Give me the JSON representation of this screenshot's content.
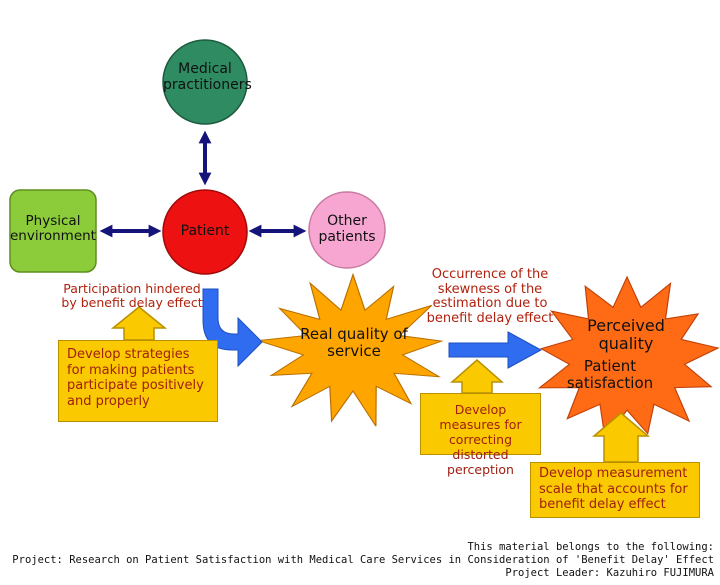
{
  "nodes": {
    "medical": "Medical practitioners",
    "patient": "Patient",
    "physical": "Physical environment",
    "others": "Other patients",
    "real_quality": "Real quality of service",
    "perceived": "Perceived quality",
    "satisfaction": "Patient satisfaction"
  },
  "annotations": {
    "participation": "Participation hindered by benefit delay effect",
    "skewness": "Occurrence of the skewness of the estimation due to benefit delay effect"
  },
  "boxes": {
    "strategies": "Develop strategies for making patients participate positively and properly",
    "measures": "Develop measures for correcting distorted perception",
    "scale": "Develop measurement scale that accounts for benefit delay effect"
  },
  "footer": {
    "line1": "This material belongs to the following:",
    "line2": "Project: Research on Patient Satisfaction with Medical Care Services in Consideration of 'Benefit Delay' Effect",
    "line3": "Project Leader: Kazuhiro FUJIMURA"
  },
  "colors": {
    "medical": "#2e8b62",
    "patient": "#ee1111",
    "physical": "#8ccc3a",
    "others": "#f7a6d2",
    "star_real": "#ffa500",
    "star_perceived": "#ff6a14",
    "blue_arrow": "#2f6cf0",
    "dark_arrow": "#14147a",
    "box_fill": "#fbc900",
    "accent_text": "#b0220e"
  }
}
